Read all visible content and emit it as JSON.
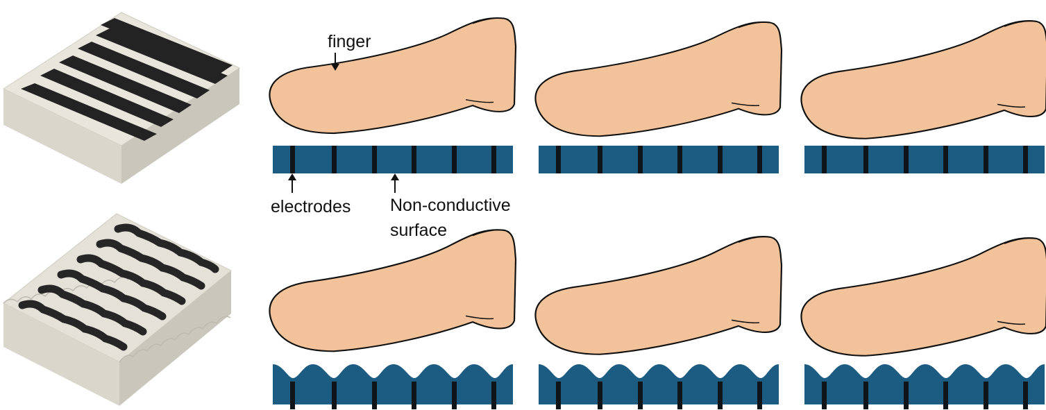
{
  "labels": {
    "finger": "finger",
    "electrodes": "electrodes",
    "surface_line1": "Non-conductive",
    "surface_line2": "surface"
  },
  "colors": {
    "skin": "#f2c29a",
    "skin_outline": "#111111",
    "substrate": "#1d5c82",
    "electrode": "#0f1418",
    "block_top": "#e7e5dc",
    "block_side_light": "#d9d7cc",
    "block_side_dark": "#c9c7bb",
    "block_stripe": "#232323"
  },
  "icons": [
    "flat-electrode-block-icon",
    "textured-electrode-block-icon",
    "finger-icon"
  ],
  "layout_description": {
    "rows": [
      "flat-surface",
      "textured-surface"
    ],
    "panels_per_row": 3,
    "electrodes_per_panel": 6
  }
}
